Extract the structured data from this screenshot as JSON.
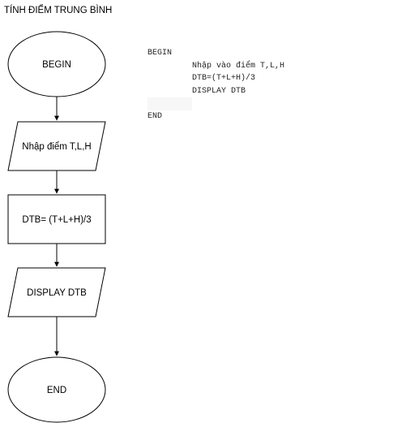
{
  "title": "TÍNH ĐIỂM TRUNG BÌNH",
  "flowchart": {
    "begin": "BEGIN",
    "input": "Nhập điểm T,L,H",
    "process": "DTB= (T+L+H)/3",
    "output": "DISPLAY DTB",
    "end": "END"
  },
  "pseudocode": {
    "begin": "BEGIN",
    "lines": [
      "Nhập vào điểm T,L,H",
      "DTB=(T+L+H)/3",
      "DISPLAY DTB"
    ],
    "end": "END"
  }
}
